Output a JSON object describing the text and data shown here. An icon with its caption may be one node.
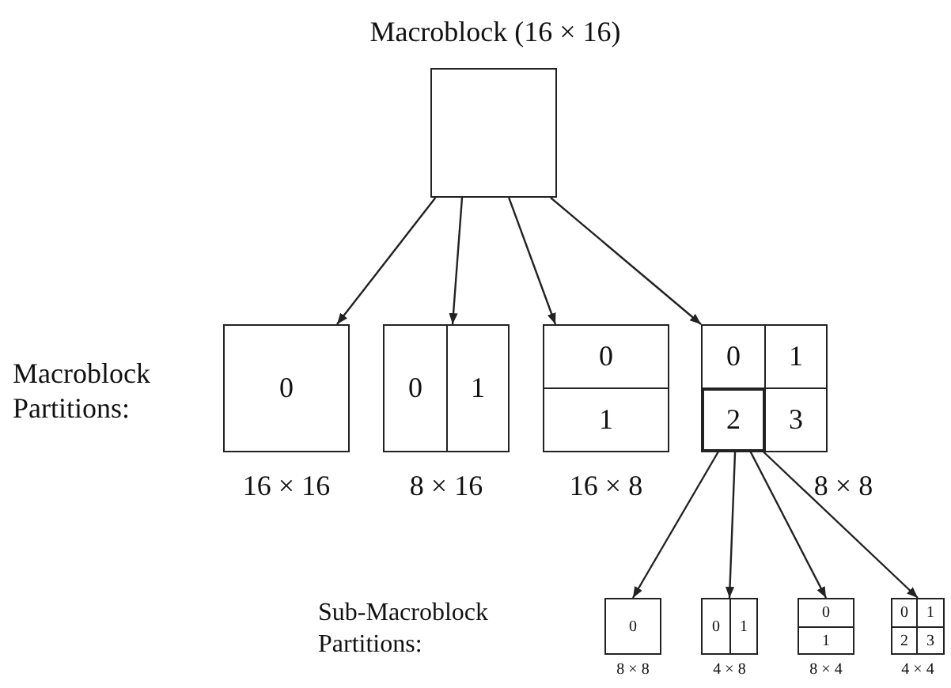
{
  "diagram": {
    "nodes": [
      {
        "text": [
          "Macroblock (16 × 16)"
        ]
      },
      {
        "text": [
          "0"
        ],
        "beside": [
          "16 × 16"
        ]
      },
      {
        "text": [],
        "shape": "box",
        "beside": [
          "8 × 16"
        ]
      },
      {
        "text": [
          "0"
        ],
        "in": 2
      },
      {
        "text": [
          "1"
        ],
        "in": 2
      },
      {
        "text": [],
        "shape": "box",
        "beside": [
          "16 × 8"
        ]
      },
      {
        "text": [
          "0"
        ],
        "in": 5
      },
      {
        "text": [
          "1"
        ],
        "in": 5
      },
      {
        "text": [],
        "shape": "box",
        "beside": [
          "8 × 8"
        ]
      },
      {
        "text": [
          "0"
        ],
        "in": 8
      },
      {
        "text": [
          "1"
        ],
        "in": 8
      },
      {
        "text": [
          "2"
        ],
        "in": 8
      },
      {
        "text": [
          "3"
        ],
        "in": 8
      },
      {
        "text": [
          "0"
        ],
        "beside": [
          "8 × 8"
        ]
      },
      {
        "text": [],
        "shape": "box",
        "beside": [
          "4 × 8"
        ]
      },
      {
        "text": [
          "0"
        ],
        "in": 14
      },
      {
        "text": [
          "1"
        ],
        "in": 14
      },
      {
        "text": [],
        "shape": "box",
        "beside": [
          "8 × 4"
        ]
      },
      {
        "text": [
          "0"
        ],
        "in": 17
      },
      {
        "text": [
          "1"
        ],
        "in": 17
      },
      {
        "text": [],
        "shape": "box",
        "beside": [
          "4 × 4"
        ]
      },
      {
        "text": [
          "0"
        ],
        "in": 20
      },
      {
        "text": [
          "1"
        ],
        "in": 20
      },
      {
        "text": [
          "2"
        ],
        "in": 20
      },
      {
        "text": [
          "3"
        ],
        "in": 20
      }
    ],
    "edges": [
      {
        "from": 0,
        "to": 1,
        "arrow": "to"
      },
      {
        "from": 0,
        "to": 2,
        "arrow": "to"
      },
      {
        "from": 0,
        "to": 5,
        "arrow": "to"
      },
      {
        "from": 0,
        "to": 8,
        "arrow": "to"
      },
      {
        "from": 11,
        "to": 13,
        "arrow": "to"
      },
      {
        "from": 11,
        "to": 14,
        "arrow": "to"
      },
      {
        "from": 11,
        "to": 17,
        "arrow": "to"
      },
      {
        "from": 11,
        "to": 20,
        "arrow": "to"
      }
    ],
    "labels": [
      "Macroblock Partitions:",
      "Sub-Macroblock Partitions:"
    ]
  }
}
